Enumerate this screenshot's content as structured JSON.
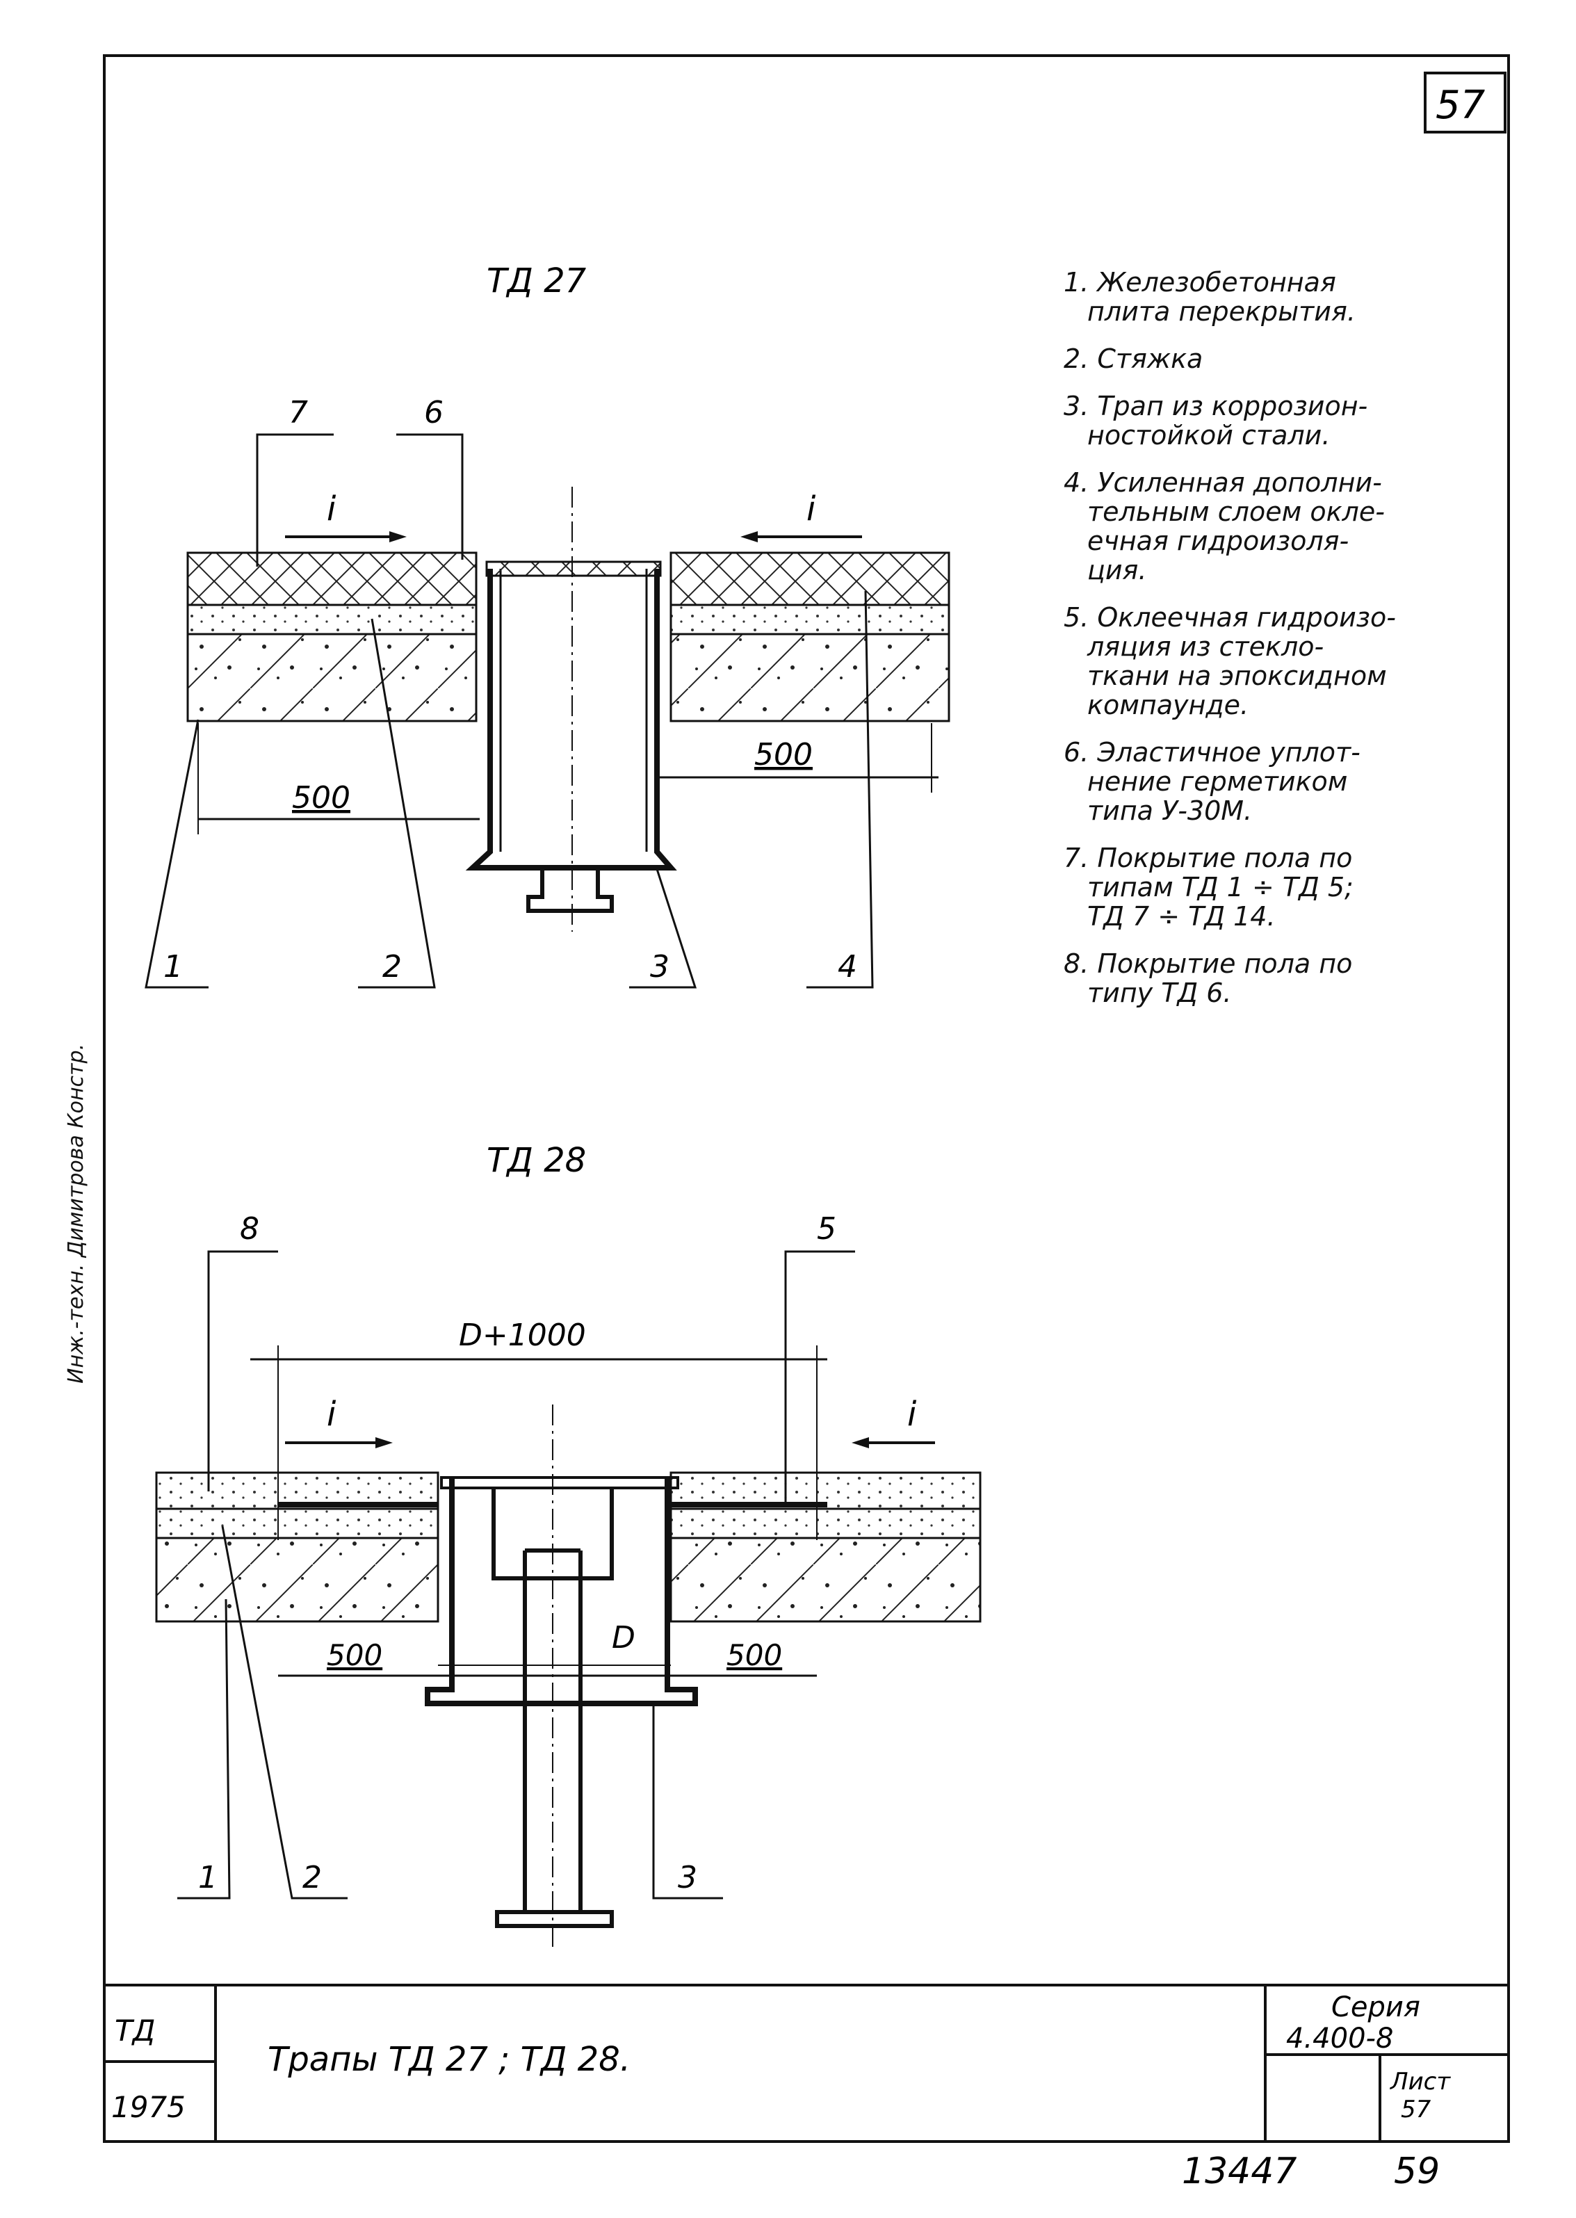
{
  "sheet_number": "57",
  "drawing_1": {
    "title": "ТД 27",
    "callouts": [
      "7",
      "6",
      "1",
      "2",
      "3",
      "4"
    ],
    "dim_left": "500",
    "dim_right": "500",
    "slope": "i"
  },
  "drawing_2": {
    "title": "ТД 28",
    "callouts": [
      "8",
      "5",
      "1",
      "2",
      "3"
    ],
    "dim_top": "D+1000",
    "dim_left": "500",
    "dim_right": "500",
    "dim_inner": "D",
    "slope": "i"
  },
  "legend": [
    {
      "lines": [
        "1. Железобетонная",
        "плита перекрытия."
      ]
    },
    {
      "lines": [
        "2. Стяжка"
      ]
    },
    {
      "lines": [
        "3. Трап из коррозион-",
        "ностойкой стали."
      ]
    },
    {
      "lines": [
        "4. Усиленная дополни-",
        "тельным слоем окле-",
        "ечная гидроизоля-",
        "ция."
      ]
    },
    {
      "lines": [
        "5. Оклеечная гидроизо-",
        "ляция из стекло-",
        "ткани на эпоксидном",
        "компаунде."
      ]
    },
    {
      "lines": [
        "6. Эластичное уплот-",
        "нение герметиком",
        "типа У-30М."
      ]
    },
    {
      "lines": [
        "7. Покрытие пола по",
        "типам ТД 1 ÷ ТД 5;",
        "ТД 7 ÷ ТД 14."
      ]
    },
    {
      "lines": [
        "8. Покрытие пола по",
        "типу ТД 6."
      ]
    }
  ],
  "stamp": {
    "code": "ТД",
    "year": "1975",
    "title": "Трапы  ТД 27 ; ТД 28.",
    "series_label": "Серия",
    "series_value": "4.400-8",
    "sheet_label": "Лист",
    "sheet_value": "57"
  },
  "bottom_numbers": {
    "left": "13447",
    "right": "59"
  },
  "side_text": "Инж.-техн. Димитрова     Констр."
}
